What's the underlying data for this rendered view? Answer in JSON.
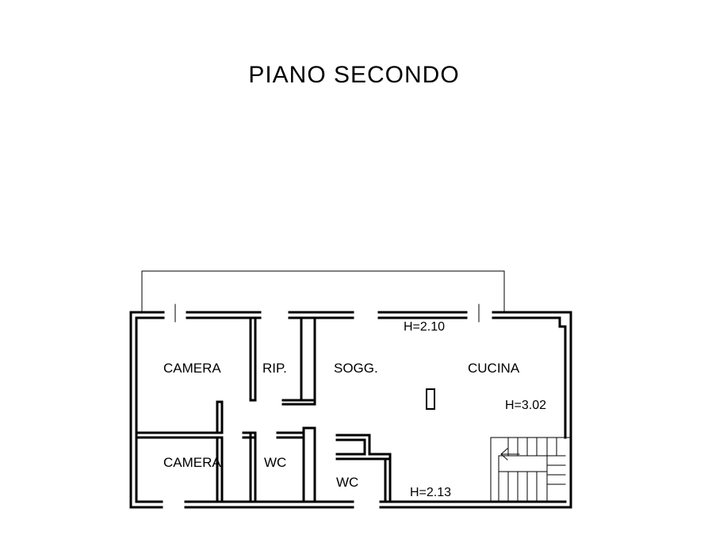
{
  "title": "PIANO SECONDO",
  "rooms": {
    "camera_top": "CAMERA",
    "rip": "RIP.",
    "sogg": "SOGG.",
    "cucina": "CUCINA",
    "camera_bottom": "CAMERA",
    "wc_left": "WC",
    "wc_right": "WC"
  },
  "heights": {
    "top": "H=2.10",
    "right": "H=3.02",
    "bottom": "H=2.13"
  },
  "colors": {
    "wall": "#000000",
    "background": "#ffffff"
  }
}
